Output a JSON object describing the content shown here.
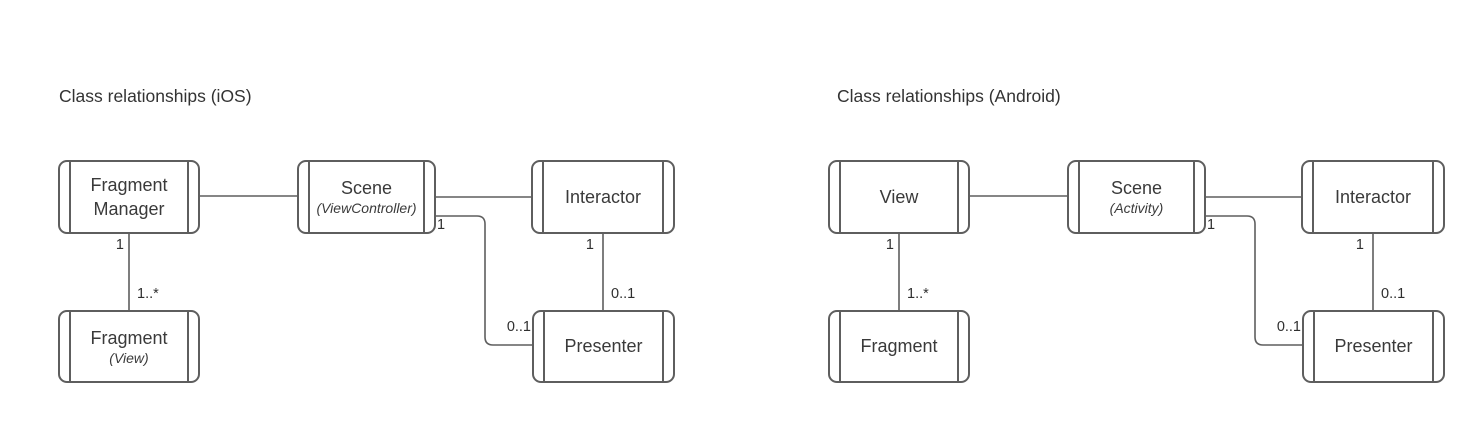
{
  "diagrams": [
    {
      "platform": "iOS",
      "title": "Class relationships (iOS)",
      "boxes": [
        {
          "name": "Fragment Manager"
        },
        {
          "name": "Scene",
          "stereotype": "(ViewController)"
        },
        {
          "name": "Interactor"
        },
        {
          "name": "Fragment",
          "stereotype": "(View)"
        },
        {
          "name": "Presenter"
        }
      ],
      "relations": [
        {
          "from": "Fragment Manager",
          "to": "Scene"
        },
        {
          "from": "Scene",
          "to": "Interactor"
        },
        {
          "from": "Fragment Manager",
          "to": "Fragment",
          "source_mult": "1",
          "target_mult": "1..*"
        },
        {
          "from": "Scene",
          "to": "Presenter",
          "source_mult": "1",
          "target_mult": "0..1"
        },
        {
          "from": "Interactor",
          "to": "Presenter",
          "source_mult": "1",
          "target_mult": "0..1"
        }
      ]
    },
    {
      "platform": "Android",
      "title": "Class relationships (Android)",
      "boxes": [
        {
          "name": "View"
        },
        {
          "name": "Scene",
          "stereotype": "(Activity)"
        },
        {
          "name": "Interactor"
        },
        {
          "name": "Fragment"
        },
        {
          "name": "Presenter"
        }
      ],
      "relations": [
        {
          "from": "View",
          "to": "Scene"
        },
        {
          "from": "Scene",
          "to": "Interactor"
        },
        {
          "from": "View",
          "to": "Fragment",
          "source_mult": "1",
          "target_mult": "1..*"
        },
        {
          "from": "Scene",
          "to": "Presenter",
          "source_mult": "1",
          "target_mult": "0..1"
        },
        {
          "from": "Interactor",
          "to": "Presenter",
          "source_mult": "1",
          "target_mult": "0..1"
        }
      ]
    }
  ],
  "colors": {
    "background": "#ffffff",
    "stroke": "#5e5e5e",
    "text": "#333333"
  }
}
